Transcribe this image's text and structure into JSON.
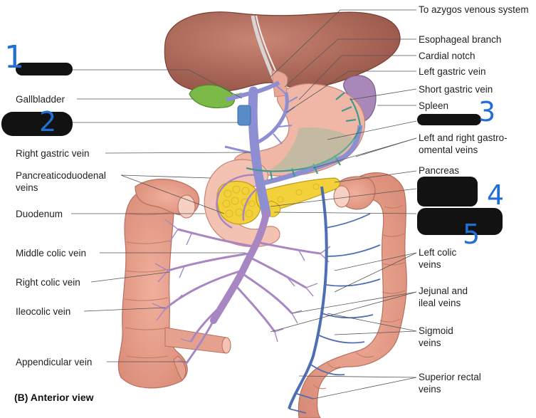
{
  "labels": {
    "azygos": "To azygos venous system",
    "esophageal": "Esophageal branch",
    "cardial": "Cardial notch",
    "left_gastric": "Left gastric vein",
    "short_gastric": "Short gastric vein",
    "spleen": "Spleen",
    "gastro_omental": "Left and right gastro-omental veins",
    "pancreas": "Pancreas",
    "left_colic": "Left colic veins",
    "jejunal": "Jejunal and ileal veins",
    "sigmoid": "Sigmoid veins",
    "superior_rectal": "Superior rectal veins",
    "gallbladder": "Gallbladder",
    "right_gastric": "Right gastric vein",
    "pancreaticoduodenal": "Pancreaticoduodenal veins",
    "duodenum": "Duodenum",
    "middle_colic": "Middle colic vein",
    "right_colic": "Right colic vein",
    "ileocolic": "Ileocolic vein",
    "appendicular": "Appendicular vein"
  },
  "view_caption": "(B) Anterior view",
  "annotations": [
    "1",
    "2",
    "3",
    "4",
    "5"
  ],
  "colors": {
    "portal_vein": "#8e8fd3",
    "mesenteric_vein": "#a886c2",
    "inferior_mesenteric": "#4f6fb3",
    "liver": "#b06a5a",
    "gallbladder": "#7cba47",
    "stomach": "#f0b7a6",
    "pancreas": "#f2d13a",
    "spleen": "#a888b9",
    "colon": "#e49a86",
    "handwriting": "#1f6fd6",
    "redaction": "#121212"
  }
}
